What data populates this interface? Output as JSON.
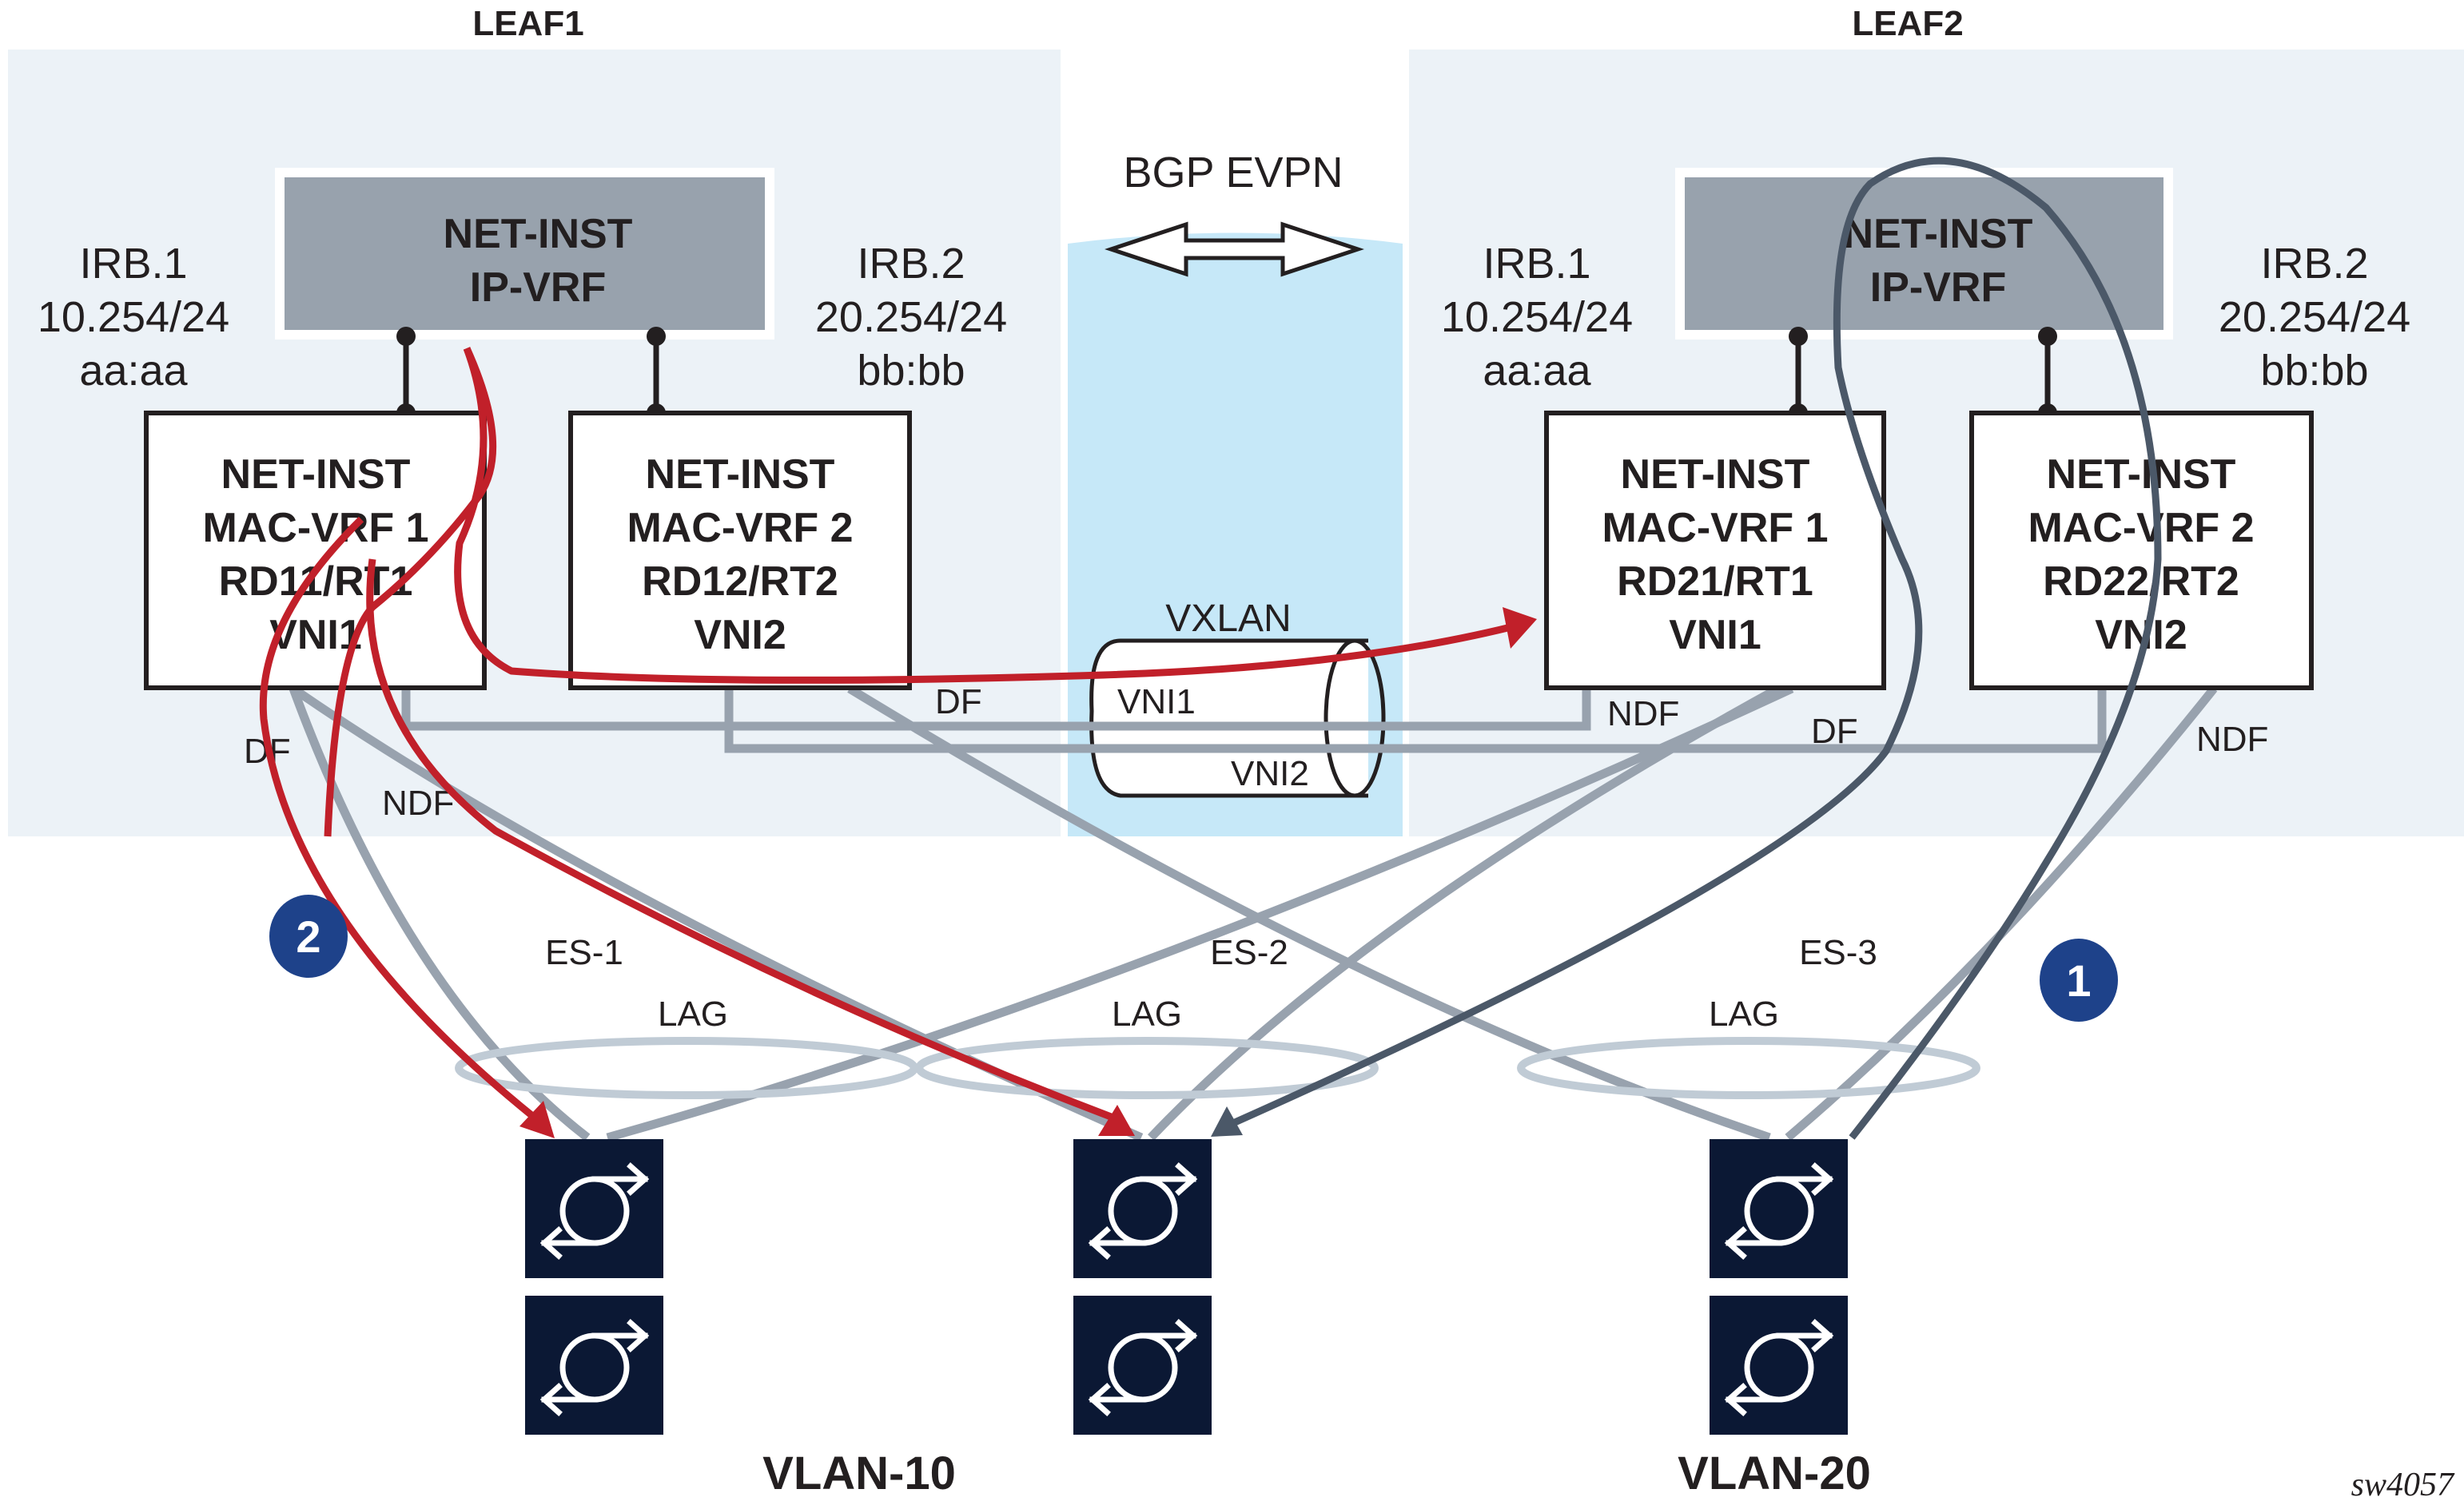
{
  "figure_id": "sw4057",
  "colors": {
    "leaf_background": "#ecf2f7",
    "evpn_background": "#c6e8f8",
    "ip_vrf_fill": "#98a2ad",
    "link_grey": "#98a2ae",
    "path_red": "#c1202a",
    "path_dark": "#4b5868",
    "lag_ring": "#c0cbd5",
    "switch_fill": "#0b1834",
    "badge_fill": "#1e428a"
  },
  "leaf1": {
    "title": "LEAF1",
    "ip_vrf": {
      "line1": "NET-INST",
      "line2": "IP-VRF"
    },
    "irb1": {
      "name": "IRB.1",
      "subnet": "10.254/24",
      "mac": "aa:aa"
    },
    "irb2": {
      "name": "IRB.2",
      "subnet": "20.254/24",
      "mac": "bb:bb"
    },
    "mac_vrf1": {
      "line1": "NET-INST",
      "line2": "MAC-VRF 1",
      "line3": "RD11/RT1",
      "line4": "VNI1"
    },
    "mac_vrf2": {
      "line1": "NET-INST",
      "line2": "MAC-VRF 2",
      "line3": "RD12/RT2",
      "line4": "VNI2"
    },
    "labels": {
      "df_es1": "DF",
      "ndf_es1": "NDF",
      "df_vni2": "DF"
    }
  },
  "leaf2": {
    "title": "LEAF2",
    "ip_vrf": {
      "line1": "NET-INST",
      "line2": "IP-VRF"
    },
    "irb1": {
      "name": "IRB.1",
      "subnet": "10.254/24",
      "mac": "aa:aa"
    },
    "irb2": {
      "name": "IRB.2",
      "subnet": "20.254/24",
      "mac": "bb:bb"
    },
    "mac_vrf1": {
      "line1": "NET-INST",
      "line2": "MAC-VRF 1",
      "line3": "RD21/RT1",
      "line4": "VNI1"
    },
    "mac_vrf2": {
      "line1": "NET-INST",
      "line2": "MAC-VRF 2",
      "line3": "RD22/RT2",
      "line4": "VNI2"
    },
    "labels": {
      "ndf_vni1": "NDF",
      "df_es2": "DF",
      "ndf_es3": "NDF"
    }
  },
  "core": {
    "bgp_evpn": "BGP EVPN",
    "vxlan": "VXLAN",
    "vni1": "VNI1",
    "vni2": "VNI2"
  },
  "segments": [
    {
      "es": "ES-1",
      "lag": "LAG"
    },
    {
      "es": "ES-2",
      "lag": "LAG"
    },
    {
      "es": "ES-3",
      "lag": "LAG"
    }
  ],
  "vlans": {
    "vlan10": "VLAN-10",
    "vlan20": "VLAN-20"
  },
  "badges": {
    "step1": "1",
    "step2": "2"
  }
}
